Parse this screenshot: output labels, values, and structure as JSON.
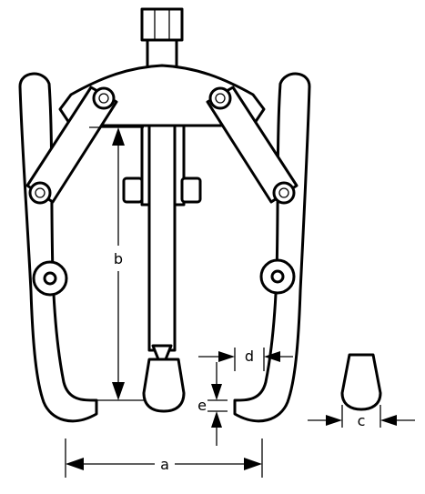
{
  "dimension_labels": {
    "a": "a",
    "b": "b",
    "c": "c",
    "d": "d",
    "e": "e"
  },
  "colors": {
    "stroke": "#000000",
    "fill": "#ffffff"
  }
}
